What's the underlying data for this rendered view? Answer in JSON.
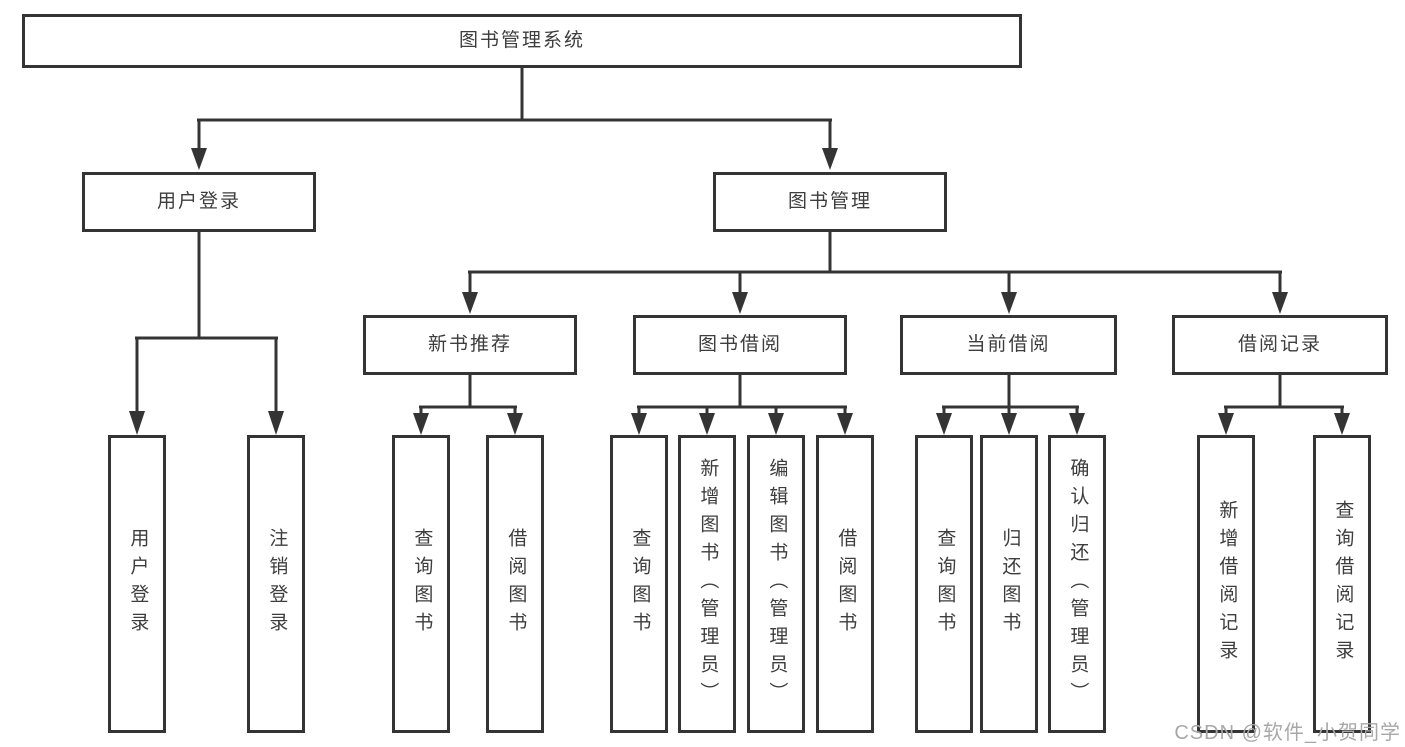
{
  "colors": {
    "line": "#343434",
    "text": "#3d3d3d",
    "background": "#ffffff",
    "watermark": "#a8a8a8"
  },
  "nodes": {
    "root": {
      "label": "图书管理系统"
    },
    "level2": [
      {
        "id": "user-login",
        "label": "用户登录"
      },
      {
        "id": "book-management",
        "label": "图书管理"
      }
    ],
    "level3": [
      {
        "id": "new-book-recommendation",
        "label": "新书推荐"
      },
      {
        "id": "book-borrowing",
        "label": "图书借阅"
      },
      {
        "id": "current-borrowing",
        "label": "当前借阅"
      },
      {
        "id": "borrowing-records",
        "label": "借阅记录"
      }
    ],
    "leaves": [
      {
        "id": "user-login",
        "parent": "用户登录",
        "label": "用户登录"
      },
      {
        "id": "logout",
        "parent": "用户登录",
        "label": "注销登录"
      },
      {
        "id": "query-books-1",
        "parent": "新书推荐",
        "label": "查询图书"
      },
      {
        "id": "borrow-books-1",
        "parent": "新书推荐",
        "label": "借阅图书"
      },
      {
        "id": "query-books-2",
        "parent": "图书借阅",
        "label": "查询图书"
      },
      {
        "id": "add-book-admin",
        "parent": "图书借阅",
        "label": "新增图书（管理员）"
      },
      {
        "id": "edit-book-admin",
        "parent": "图书借阅",
        "label": "编辑图书（管理员）"
      },
      {
        "id": "borrow-books-2",
        "parent": "图书借阅",
        "label": "借阅图书"
      },
      {
        "id": "query-books-3",
        "parent": "当前借阅",
        "label": "查询图书"
      },
      {
        "id": "return-books",
        "parent": "当前借阅",
        "label": "归还图书"
      },
      {
        "id": "confirm-return-admin",
        "parent": "当前借阅",
        "label": "确认归还（管理员）"
      },
      {
        "id": "add-borrow-record",
        "parent": "借阅记录",
        "label": "新增借阅记录"
      },
      {
        "id": "query-borrow-record",
        "parent": "借阅记录",
        "label": "查询借阅记录"
      }
    ]
  },
  "watermark": {
    "text": "CSDN @软件_小贺同学"
  }
}
